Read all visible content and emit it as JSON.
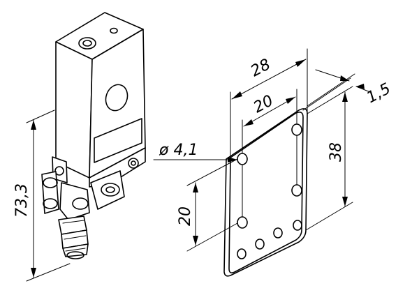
{
  "drawing": {
    "dimensions": {
      "plate_width": "28",
      "hole_spacing_horizontal": "20",
      "plate_thickness": "1,5",
      "plate_height": "38",
      "hole_diameter": "ø 4,1",
      "hole_spacing_vertical": "20",
      "sensor_height": "73,3"
    }
  }
}
